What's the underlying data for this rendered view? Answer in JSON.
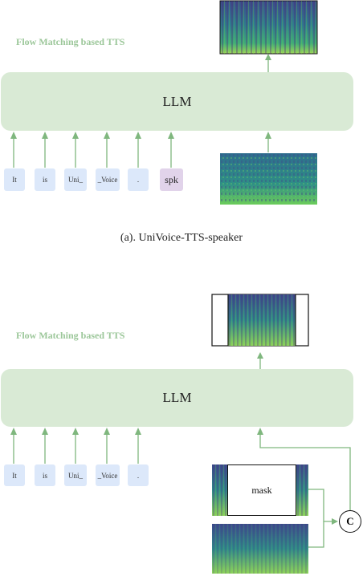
{
  "panel_a": {
    "flow_label": "Flow Matching based TTS",
    "llm_label": "LLM",
    "tokens": [
      "It",
      "is",
      "Uni_",
      "_Voice",
      ".",
      "spk"
    ],
    "caption": "(a). UniVoice-TTS-speaker"
  },
  "panel_b": {
    "flow_label": "Flow Matching based TTS",
    "llm_label": "LLM",
    "tokens": [
      "It",
      "is",
      "Uni_",
      "_Voice",
      "."
    ],
    "mask_label": "mask",
    "concat_label": "C"
  },
  "colors": {
    "llm_fill": "#d9ead5",
    "arrow": "#7fb77e",
    "token_fill": "#dce8fa",
    "spk_fill": "#e1d3ea",
    "flow_label": "#9cc79a"
  }
}
